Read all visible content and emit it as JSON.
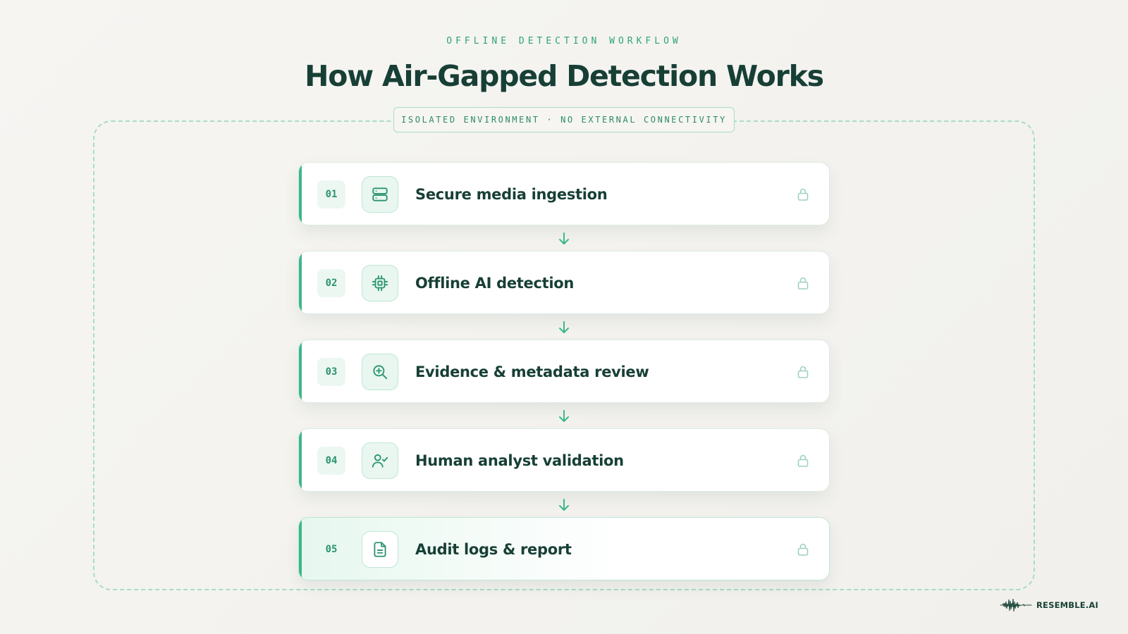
{
  "header": {
    "eyebrow": "OFFLINE DETECTION WORKFLOW",
    "title": "How Air-Gapped Detection Works"
  },
  "environment": {
    "badge": "ISOLATED ENVIRONMENT · NO EXTERNAL CONNECTIVITY"
  },
  "steps": [
    {
      "number": "01",
      "label": "Secure media ingestion",
      "icon": "server-icon"
    },
    {
      "number": "02",
      "label": "Offline AI detection",
      "icon": "chip-icon"
    },
    {
      "number": "03",
      "label": "Evidence & metadata review",
      "icon": "zoom-in-icon"
    },
    {
      "number": "04",
      "label": "Human analyst validation",
      "icon": "user-check-icon"
    },
    {
      "number": "05",
      "label": "Audit logs & report",
      "icon": "document-icon"
    }
  ],
  "brand": {
    "name": "RESEMBLE.AI"
  },
  "colors": {
    "accent": "#3bb68b",
    "title": "#173f35",
    "border": "#a8dcc6",
    "background": "#f5f4f1"
  }
}
